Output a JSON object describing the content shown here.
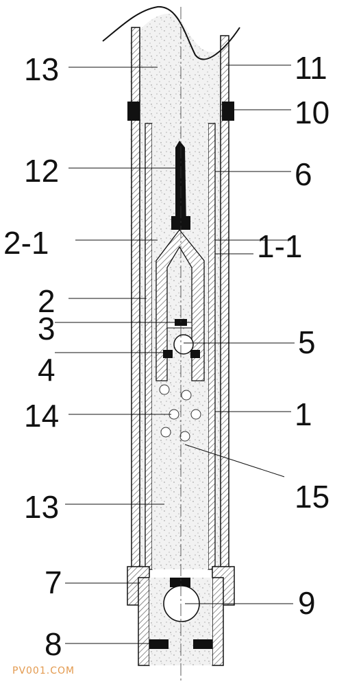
{
  "colors": {
    "ink": "#111111",
    "fill": "#eeeeee",
    "hatch": "#555555",
    "watermark": "#e39a4f"
  },
  "labels": {
    "l13_top": "13",
    "l11": "11",
    "l10": "10",
    "l12": "12",
    "l6": "6",
    "l2_1": "2-1",
    "l1_1": "1-1",
    "l2": "2",
    "l3": "3",
    "l5": "5",
    "l4": "4",
    "l14": "14",
    "l1": "1",
    "l15": "15",
    "l13_bottom": "13",
    "l7": "7",
    "l9": "9",
    "l8": "8"
  },
  "watermark": "PV001.COM"
}
